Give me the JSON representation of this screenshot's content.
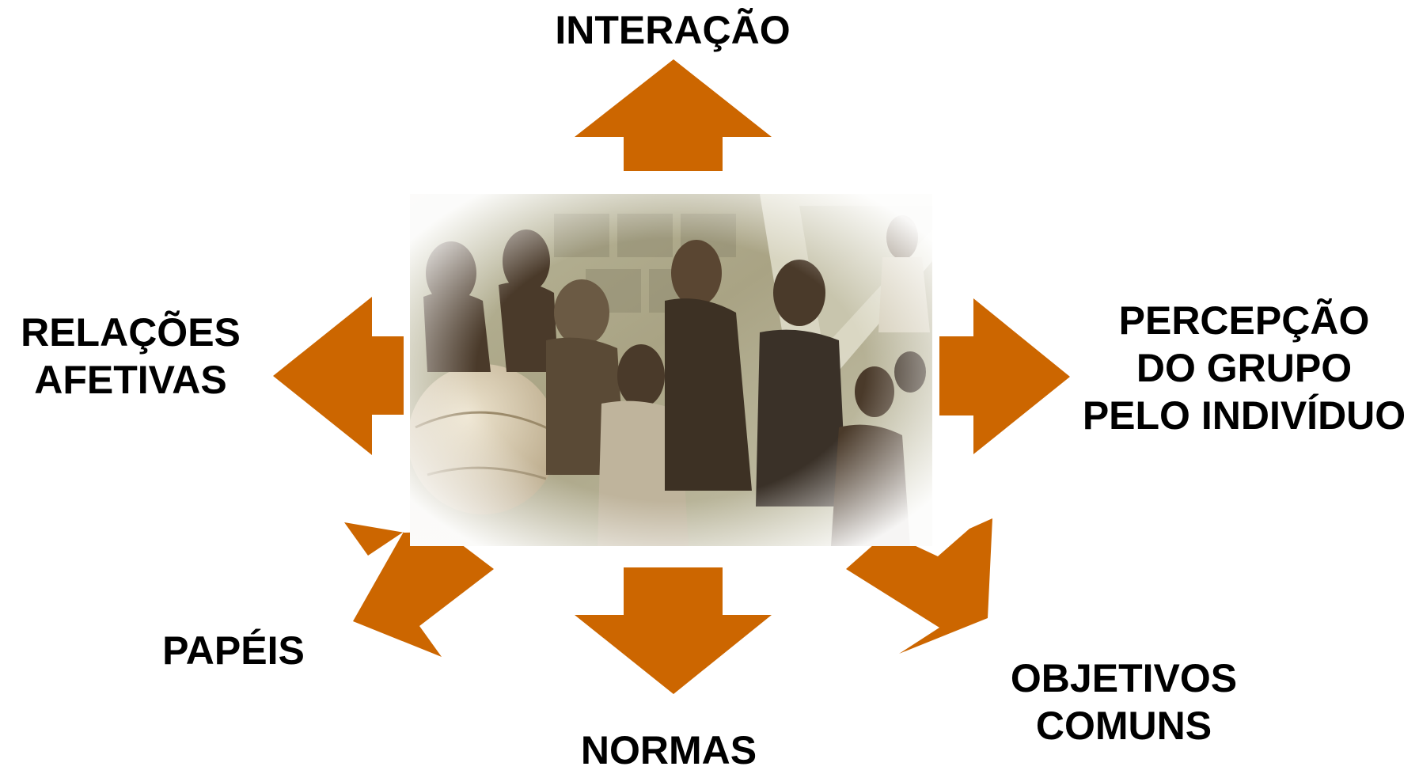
{
  "diagram": {
    "arrow_color": "#CC6600",
    "center": {
      "image_description": "sepia-toned collage of students and teachers working together around a globe and desks"
    },
    "labels": {
      "top": "INTERAÇÃO",
      "left": [
        "RELAÇÕES",
        "AFETIVAS"
      ],
      "right": [
        "PERCEPÇÃO",
        "DO GRUPO",
        "PELO INDIVÍDUO"
      ],
      "bottom_left": "PAPÉIS",
      "bottom": "NORMAS",
      "bottom_right": [
        "OBJETIVOS",
        "COMUNS"
      ]
    }
  }
}
